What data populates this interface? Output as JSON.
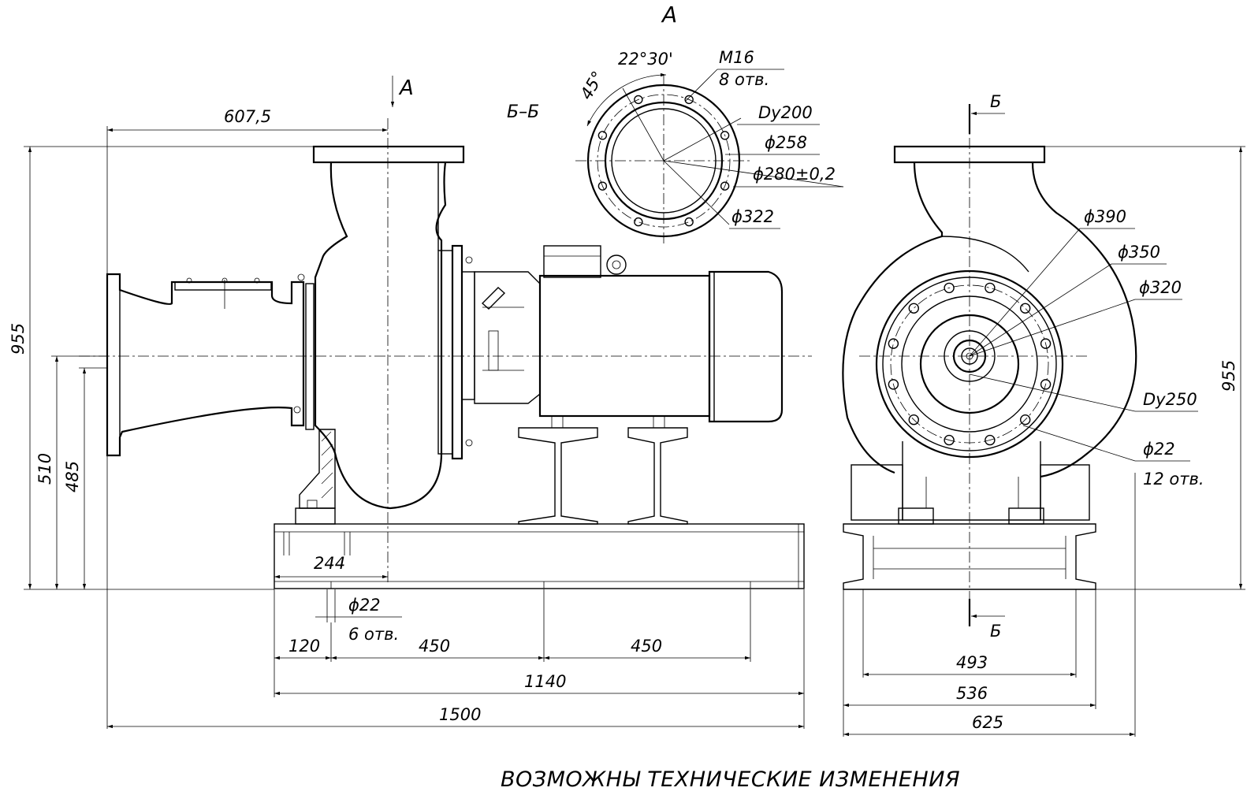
{
  "section_labels": {
    "view_a_top": "А",
    "view_a_arrow": "А",
    "section_bb": "Б–Б",
    "cut_b_top": "Б",
    "cut_b_bottom": "Б"
  },
  "front_view": {
    "dim_607_5": "607,5",
    "dim_955": "955",
    "dim_510": "510",
    "dim_485": "485",
    "dim_244": "244",
    "dim_phi22": "ϕ22",
    "dim_6_holes": "6 отв.",
    "dim_120": "120",
    "dim_450_a": "450",
    "dim_450_b": "450",
    "dim_1140": "1140",
    "dim_1500": "1500"
  },
  "flange_view": {
    "angle_22_30": "22°30'",
    "angle_45": "45°",
    "thread_m16": "М16",
    "holes_8": "8 отв.",
    "dy200": "Dy200",
    "phi258": "ϕ258",
    "phi280": "ϕ280±0,2",
    "phi322": "ϕ322"
  },
  "side_view": {
    "phi390": "ϕ390",
    "phi350": "ϕ350",
    "phi320": "ϕ320",
    "dy250": "Dy250",
    "phi22": "ϕ22",
    "holes_12": "12 отв.",
    "dim_955": "955",
    "dim_493": "493",
    "dim_536": "536",
    "dim_625": "625"
  },
  "note": "ВОЗМОЖНЫ ТЕХНИЧЕСКИЕ ИЗМЕНЕНИЯ"
}
